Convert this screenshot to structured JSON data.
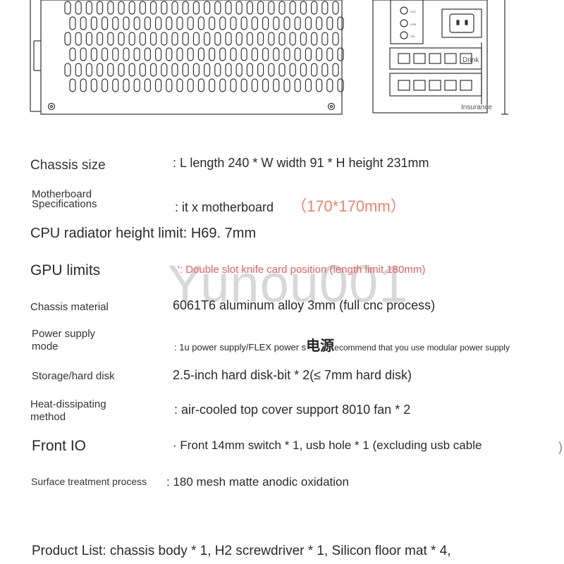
{
  "drawing": {
    "back_label_top": "Drink",
    "back_label_bottom": "Insurance",
    "tiny_labels": [
      "LED",
      "USB",
      "SW"
    ]
  },
  "specs": [
    {
      "label": "Chassis size",
      "value": ": L length 240 * W width 91 * H height 231mm"
    },
    {
      "label_line1": "Motherboard",
      "label_line2": "Specifications",
      "value": ": it x motherboard",
      "value_extra": "（170*170mm）"
    },
    {
      "full": "CPU radiator height limit: H69. 7mm"
    },
    {
      "label": "GPU limits",
      "value": "': Double slot knife card position (length limit 180mm)"
    },
    {
      "label": "Chassis material",
      "value": "6061T6 aluminum alloy 3mm (full cnc process)"
    },
    {
      "label_line1": "Power supply",
      "label_line2": "mode",
      "value_a": ": 1u power supply/FLEX power s",
      "value_cn": "电源",
      "value_b": "ecommend that you use modular power supply"
    },
    {
      "label": "Storage/hard disk",
      "value": "2.5-inch hard disk-bit * 2(≤ 7mm hard disk)"
    },
    {
      "label_line1": "Heat-dissipating",
      "label_line2": "method",
      "value": ": air-cooled top cover support 8010 fan * 2"
    },
    {
      "label": "Front IO",
      "value": "· Front 14mm switch * 1, usb hole * 1 (excluding usb cable",
      "value_end": ")"
    },
    {
      "label": "Surface treatment process",
      "value": ": 180 mesh matte anodic oxidation"
    }
  ],
  "product_list": "Product List: chassis body * 1, H2 screwdriver * 1, Silicon floor mat * 4,",
  "watermark": "Yunou001"
}
